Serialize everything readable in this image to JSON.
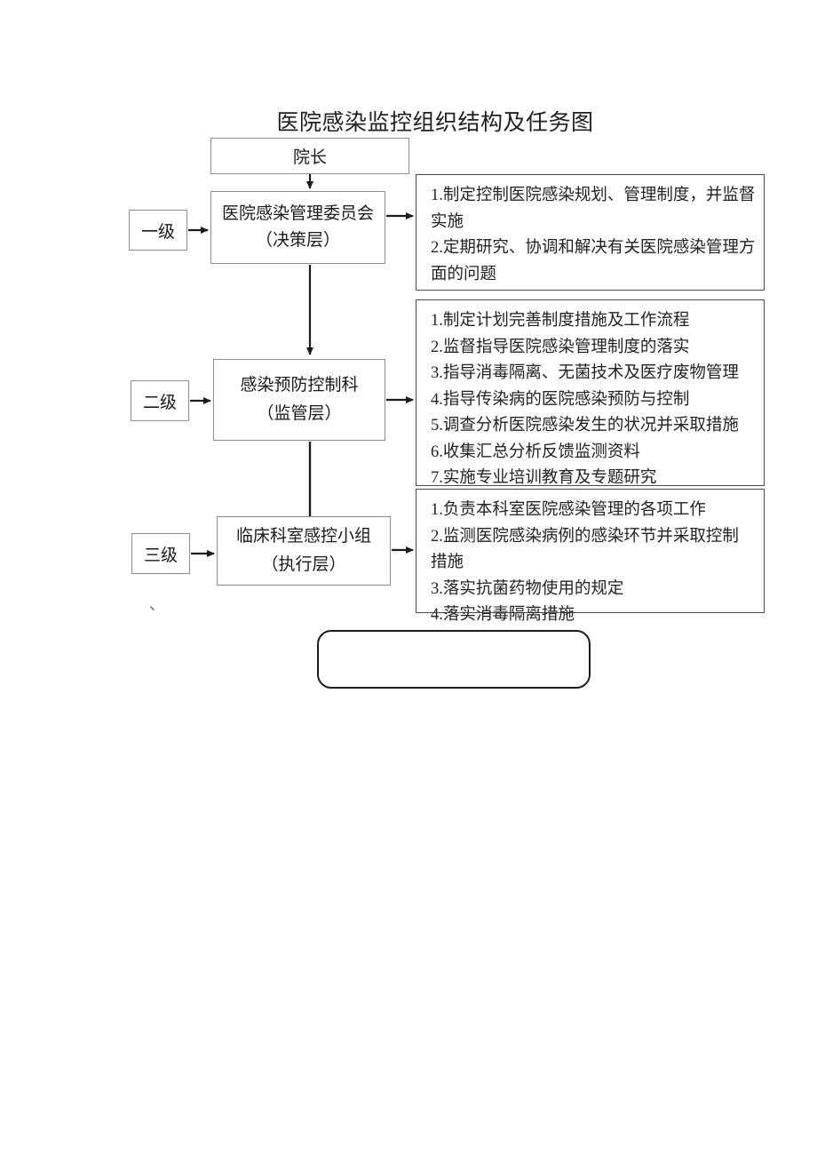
{
  "title": "医院感染监控组织结构及任务图",
  "org_boxes": {
    "director": {
      "label": "院长"
    },
    "committee": {
      "line1": "医院感染管理委员会",
      "line2": "（决策层）"
    },
    "department": {
      "line1": "感染预防控制科",
      "line2": "（监管层）"
    },
    "clinical": {
      "line1": "临床科室感控小组",
      "line2": "（执行层）"
    }
  },
  "levels": [
    {
      "label": "一级"
    },
    {
      "label": "二级"
    },
    {
      "label": "三级"
    }
  ],
  "tasks": {
    "level1": [
      "1.制定控制医院感染规划、管理制度，并监督",
      "实施",
      "2.定期研究、协调和解决有关医院感染管理方",
      "面的问题"
    ],
    "level2": [
      "1.制定计划完善制度措施及工作流程",
      "2.监督指导医院感染管理制度的落实",
      "3.指导消毒隔离、无菌技术及医疗废物管理",
      "4.指导传染病的医院感染预防与控制",
      "5.调查分析医院感染发生的状况并采取措施",
      "6.收集汇总分析反馈监测资料",
      "7.实施专业培训教育及专题研究"
    ],
    "level3": [
      "1.负责本科室医院感染管理的各项工作",
      "2.监测医院感染病例的感染环节并采取控制",
      "措施",
      "3.落实抗菌药物使用的规定",
      "4.落实消毒隔离措施"
    ]
  },
  "bottom_box": {
    "label": ""
  },
  "stray_mark": {
    "label": "、"
  },
  "colors": {
    "box_border_gray": "#8d8d8d",
    "box_border_dark": "#4b4b4b",
    "arrow": "#1d1d1d",
    "text": "#232323",
    "background": "#ffffff"
  }
}
